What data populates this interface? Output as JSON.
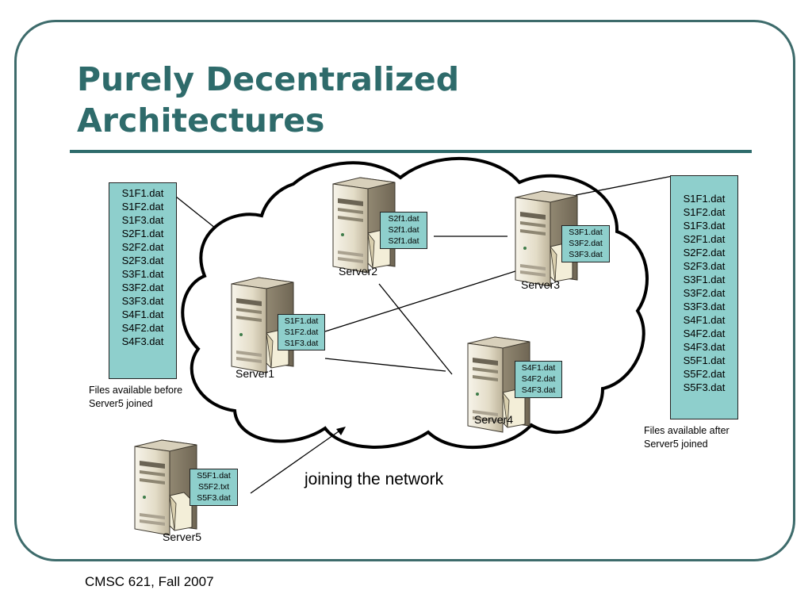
{
  "title": {
    "line1": "Purely Decentralized",
    "line2": "Architectures"
  },
  "colors": {
    "accent": "#2e6b6b",
    "file_box": "#8ecfcc"
  },
  "left_list": {
    "items": [
      "S1F1.dat",
      "S1F2.dat",
      "S1F3.dat",
      "S2F1.dat",
      "S2F2.dat",
      "S2F3.dat",
      "S3F1.dat",
      "S3F2.dat",
      "S3F3.dat",
      "S4F1.dat",
      "S4F2.dat",
      "S4F3.dat"
    ],
    "caption": "Files available before Server5 joined"
  },
  "right_list": {
    "items": [
      "S1F1.dat",
      "S1F2.dat",
      "S1F3.dat",
      "S2F1.dat",
      "S2F2.dat",
      "S2F3.dat",
      "S3F1.dat",
      "S3F2.dat",
      "S3F3.dat",
      "S4F1.dat",
      "S4F2.dat",
      "S4F3.dat",
      "S5F1.dat",
      "S5F2.dat",
      "S5F3.dat"
    ],
    "caption": "Files available after Server5 joined"
  },
  "servers": [
    {
      "name": "Server1",
      "files": [
        "S1F1.dat",
        "S1F2.dat",
        "S1F3.dat"
      ]
    },
    {
      "name": "Server2",
      "files": [
        "S2f1.dat",
        "S2f1.dat",
        "S2f1.dat"
      ]
    },
    {
      "name": "Server3",
      "files": [
        "S3F1.dat",
        "S3F2.dat",
        "S3F3.dat"
      ]
    },
    {
      "name": "Server4",
      "files": [
        "S4F1.dat",
        "S4F2.dat",
        "S4F3.dat"
      ]
    },
    {
      "name": "Server5",
      "files": [
        "S5F1.dat",
        "S5F2.txt",
        "S5F3.dat"
      ]
    }
  ],
  "join_label": "joining the network",
  "icons": [
    "server-tower-icon",
    "document-icon"
  ],
  "footer": "CMSC 621, Fall 2007"
}
